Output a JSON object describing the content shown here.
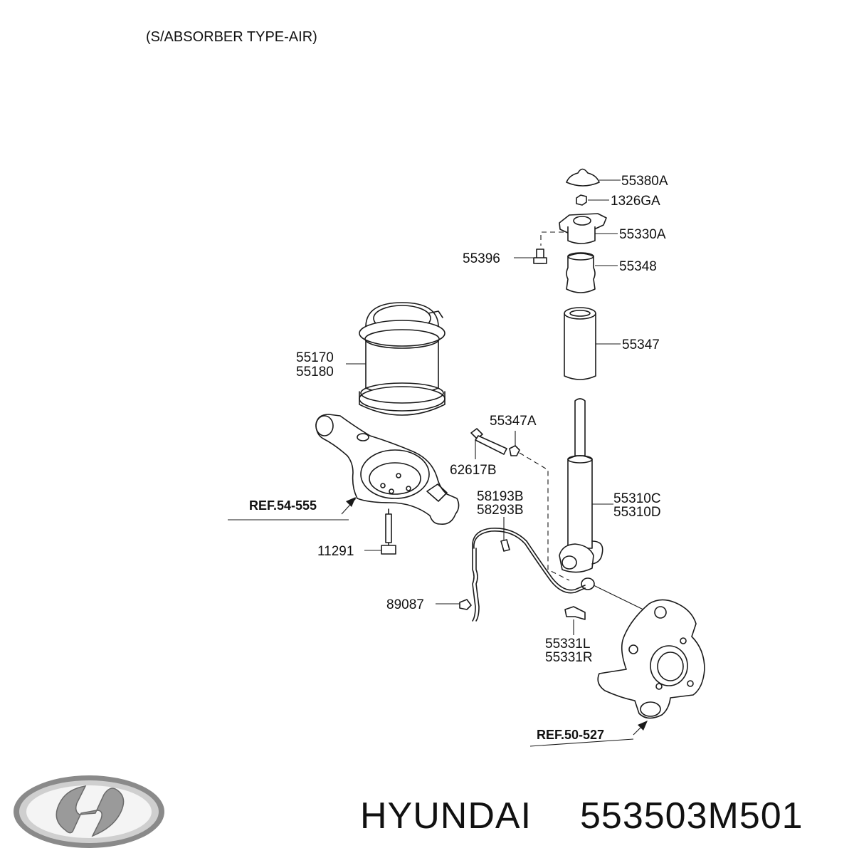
{
  "header": {
    "title": "(S/ABSORBER TYPE-AIR)"
  },
  "brand": {
    "name": "HYUNDAI",
    "part_number": "553503M501",
    "logo": "hyundai-logo"
  },
  "parts": {
    "p55380A": "55380A",
    "p1326GA": "1326GA",
    "p55330A": "55330A",
    "p55396": "55396",
    "p55348": "55348",
    "p55347": "55347",
    "p55170": "55170",
    "p55180": "55180",
    "p55347A": "55347A",
    "p62617B": "62617B",
    "p58193B": "58193B",
    "p58293B": "58293B",
    "p55310C": "55310C",
    "p55310D": "55310D",
    "p11291": "11291",
    "p89087": "89087",
    "p55331L": "55331L",
    "p55331R": "55331R"
  },
  "refs": {
    "arm": "REF.54-555",
    "knuckle": "REF.50-527"
  }
}
